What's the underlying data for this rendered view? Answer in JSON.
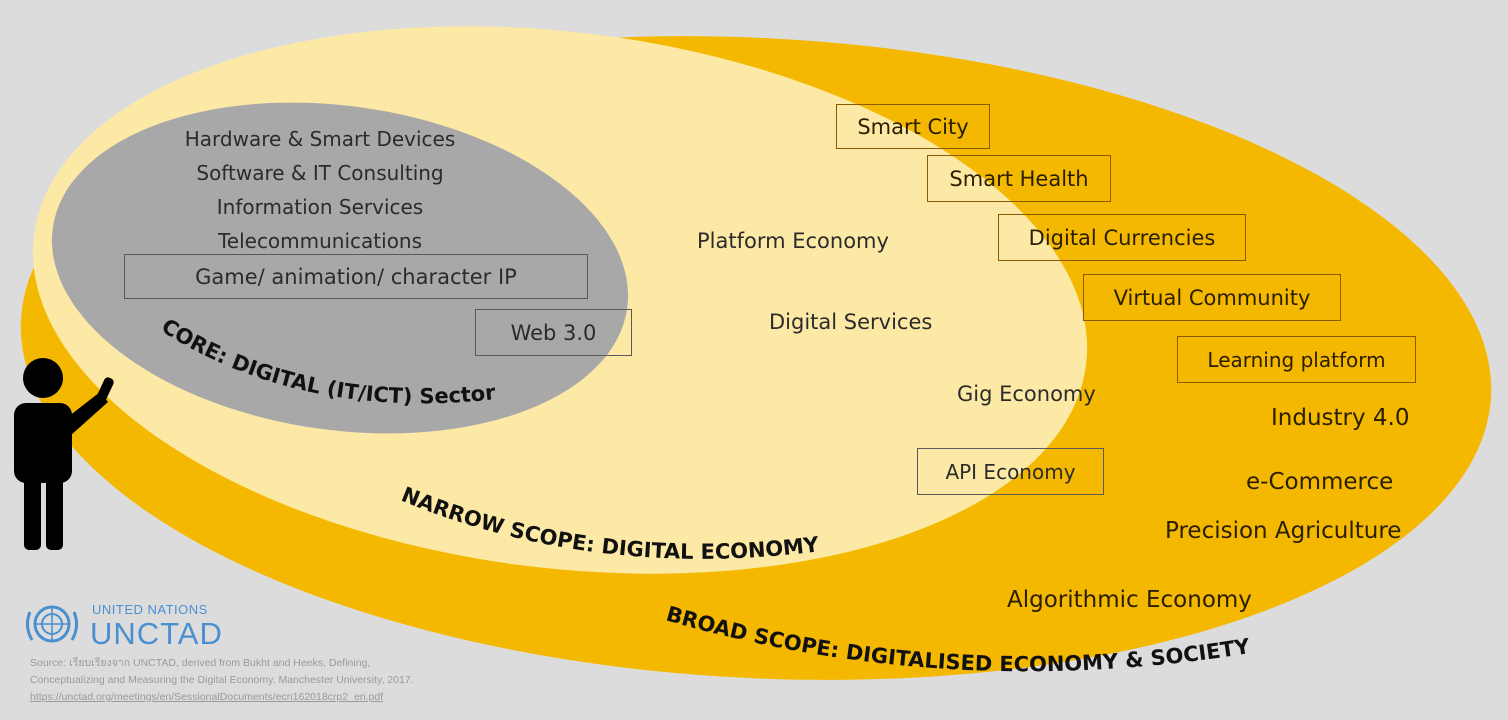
{
  "core": {
    "items": [
      "Hardware & Smart Devices",
      "Software & IT Consulting",
      "Information Services",
      "Telecommunications"
    ],
    "boxed_items": [
      "Game/ animation/ character IP",
      "Web 3.0"
    ],
    "title": "CORE: DIGITAL (IT/ICT) Sector"
  },
  "narrow": {
    "items": [
      "Platform Economy",
      "Digital Services",
      "Gig Economy"
    ],
    "boxed_items": [
      "API Economy"
    ],
    "title": "NARROW SCOPE: DIGITAL ECONOMY"
  },
  "broad": {
    "boxed_items": [
      "Smart City",
      "Smart Health",
      "Digital Currencies",
      "Virtual Community",
      "Learning platform"
    ],
    "items": [
      "Industry 4.0",
      "e-Commerce",
      "Precision Agriculture",
      "Algorithmic Economy"
    ],
    "title": "BROAD SCOPE: DIGITALISED ECONOMY & SOCIETY"
  },
  "logo": {
    "org_small": "UNITED NATIONS",
    "org_big": "UNCTAD"
  },
  "source": {
    "line1": "Source: เรียบเรียงจาก UNCTAD, derived from Bukht and Heeks, Defining,",
    "line2": "Conceptualizing and Measuring the Digital Economy. Manchester University, 2017.",
    "line3": "https://unctad.org/meetings/en/SessionalDocuments/ecn162018crp2_en.pdf"
  },
  "colors": {
    "background": "#dcdcdc",
    "broad_fill": "#f5b800",
    "narrow_fill": "#fde9a6",
    "core_fill": "#a8a8a8",
    "accent_blue": "#4a90d0"
  },
  "icons": [
    "person-pointing-icon",
    "un-emblem-icon"
  ]
}
